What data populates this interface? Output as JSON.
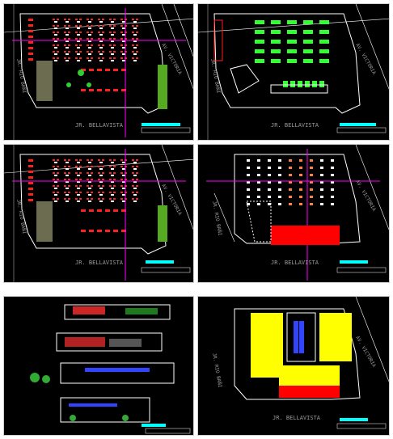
{
  "streets": {
    "bottom": "JR. BELLAVISTA",
    "left": "JR. RIO BAÑI",
    "right": "AV. VICTORIA"
  },
  "colors": {
    "background": "#000000",
    "outline": "#ffffff",
    "axis": "#ff00ff",
    "seating_red": "#ff2020",
    "table_green": "#33ff33",
    "table_white": "#ffffff",
    "fill_yellow": "#ffff00",
    "fill_red": "#ff0000",
    "hatch_blue": "#3344ff",
    "title_cyan": "#00ffff",
    "street_text": "#9a9a9a"
  },
  "panels": [
    {
      "id": "plan-level-1",
      "style": "seating"
    },
    {
      "id": "plan-level-2",
      "style": "tables-green"
    },
    {
      "id": "plan-level-3",
      "style": "seating"
    },
    {
      "id": "plan-roof",
      "style": "seating-red-block"
    },
    {
      "id": "elevations",
      "style": "elevations"
    },
    {
      "id": "plan-zoning",
      "style": "zoning"
    }
  ]
}
